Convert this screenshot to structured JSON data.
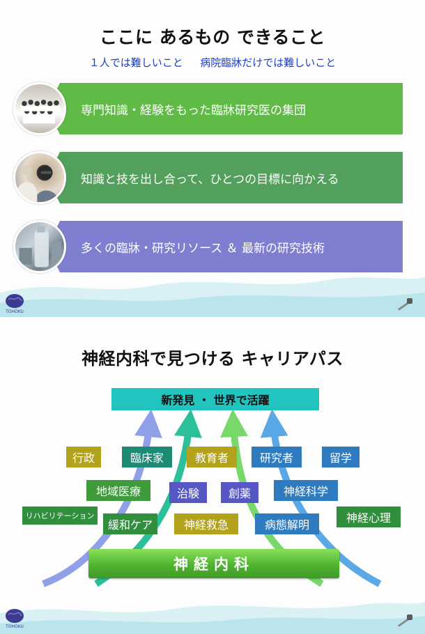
{
  "slide1": {
    "title": "ここに あるもの できること",
    "subtitle": "１人では難しいこと　  病院臨牀だけでは難しいこと",
    "bands": [
      {
        "label": "専門知識・経験をもった臨牀研究医の集団",
        "color": "#5fbb46"
      },
      {
        "label": "知識と技を出し合って、ひとつの目標に向かえる",
        "color": "#52a05c"
      },
      {
        "label": "多くの臨牀・研究リソース ＆ 最新の研究技術",
        "color": "#7f7fd2"
      }
    ],
    "logo_text": "TOHOKU"
  },
  "slide2": {
    "title": "神経内科で見つける キャリアパス",
    "goal": "新発見 ・ 世界で活躍",
    "base": "神経内科",
    "logo_text": "TOHOKU",
    "careers": {
      "gyosei": "行政",
      "rinshoka": "臨床家",
      "kyoikusha": "教育者",
      "kenkyusha": "研究者",
      "ryugaku": "留学",
      "chiiki": "地域医療",
      "chiken": "治験",
      "soyaku": "創薬",
      "shinkeikagaku": "神経科学",
      "riha": "リハビリテーション",
      "kanwa": "緩和ケア",
      "kyukyu": "神経救急",
      "byotai": "病態解明",
      "shinri": "神経心理"
    },
    "arrow_colors": [
      "#8fa0e8",
      "#2bbf9a",
      "#78d86a",
      "#5aa8e6"
    ]
  }
}
